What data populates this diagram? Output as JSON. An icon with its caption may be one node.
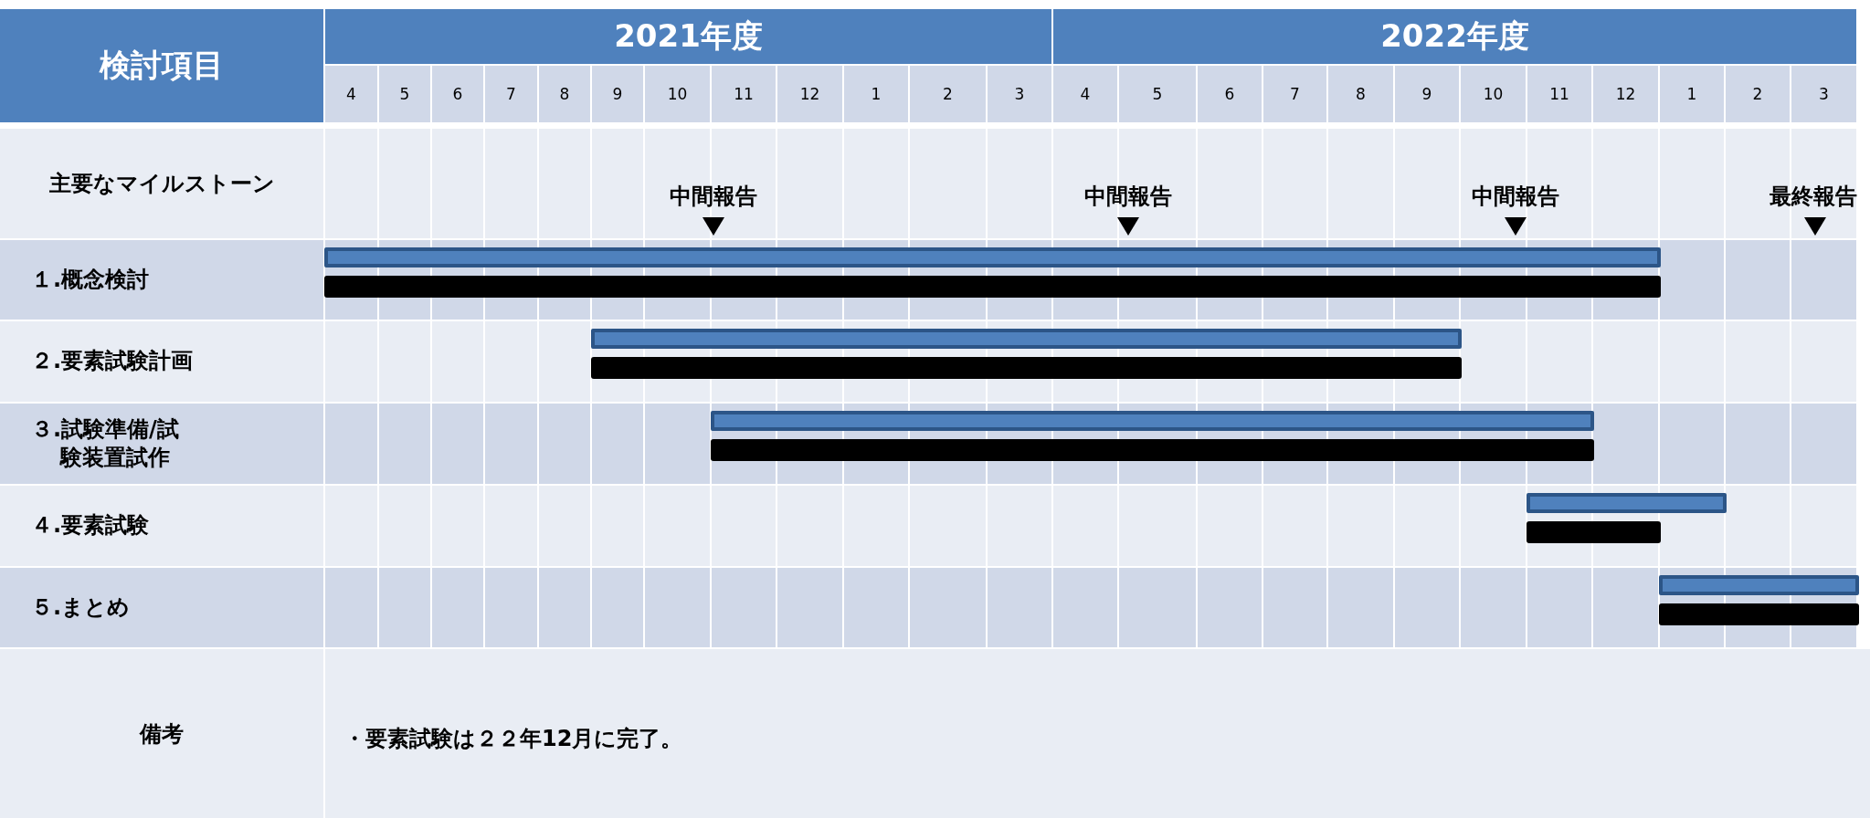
{
  "diagram": {
    "nodes": [
      {
        "text": [],
        "shape": "bar"
      },
      {
        "text": [],
        "shape": "bar"
      },
      {
        "text": [],
        "shape": "bar"
      },
      {
        "text": [],
        "shape": "bar"
      },
      {
        "text": [],
        "shape": "bar"
      },
      {
        "text": [],
        "shape": "bar"
      },
      {
        "text": [],
        "shape": "bar"
      },
      {
        "text": [],
        "shape": "bar"
      },
      {
        "text": [],
        "shape": "bar"
      },
      {
        "text": [],
        "shape": "bar"
      }
    ],
    "labels": [
      "検討項目",
      "2021年度",
      "2022年度",
      "4",
      "5",
      "6",
      "7",
      "8",
      "9",
      "10",
      "11",
      "12",
      "1",
      "2",
      "3",
      "4",
      "5",
      "6",
      "7",
      "8",
      "9",
      "10",
      "11",
      "12",
      "1",
      "2",
      "3",
      "主要なマイルストーン",
      "中間報告",
      "中間報告",
      "中間報告",
      "最終報告",
      "１.概念検討",
      "２.要素試験計画",
      "３.試験準備/試験装置試作",
      "４.要素試験",
      "５.まとめ",
      "備考",
      "・要素試験は２２年12月に完了。"
    ]
  }
}
